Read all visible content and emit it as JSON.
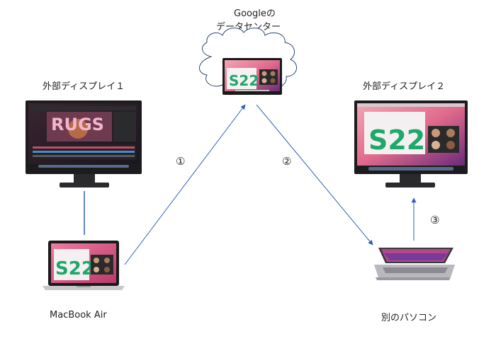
{
  "cloud": {
    "title_line1": "Googleの",
    "title_line2": "データセンター",
    "screen_text": "S22"
  },
  "devices": {
    "monitor1_label": "外部ディスプレイ１",
    "monitor1_screen_text": "RUGS",
    "monitor2_label": "外部ディスプレイ２",
    "monitor2_screen_text": "S22",
    "macbook_label": "MacBook Air",
    "macbook_screen_text": "S22",
    "other_pc_label": "別のパソコン"
  },
  "steps": [
    "①",
    "②",
    "③"
  ],
  "colors": {
    "arrow": "#2f5fb3",
    "s22_green": "#1fa86a",
    "desktop_pink": "#e06a8c",
    "desktop_purple": "#6b2a7a"
  }
}
